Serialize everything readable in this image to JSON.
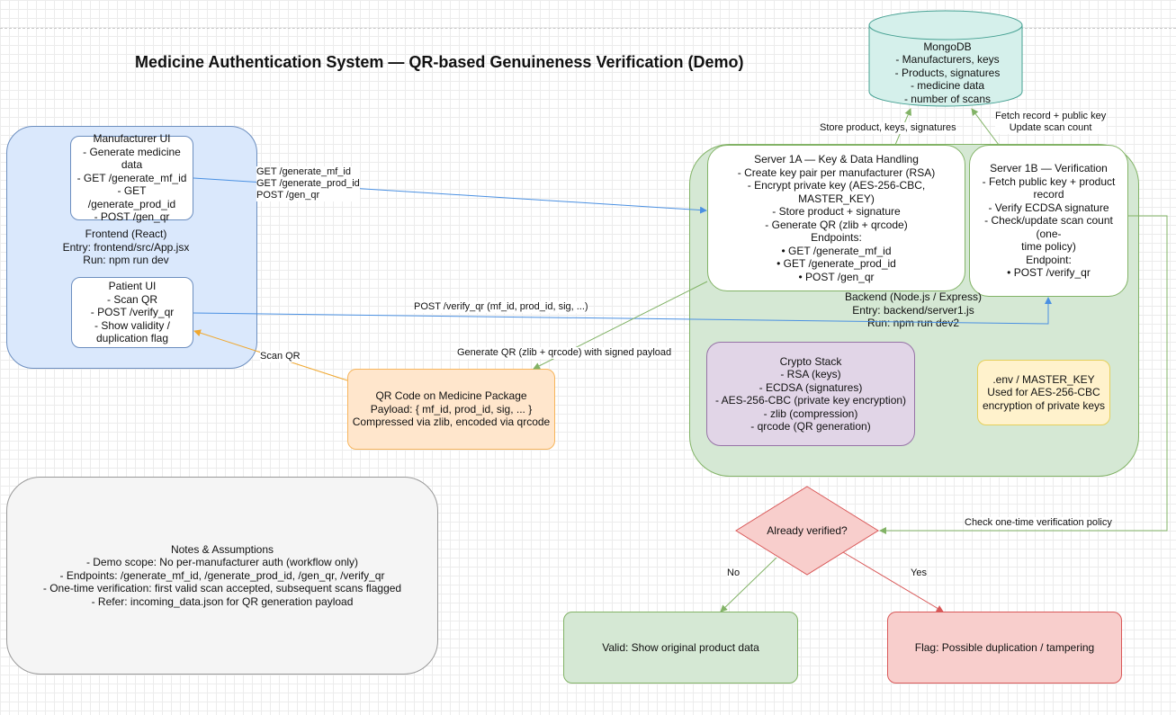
{
  "title": "Medicine Authentication System — QR-based Genuineness Verification (Demo)",
  "frontend": {
    "label": [
      "Frontend (React)",
      "Entry: frontend/src/App.jsx",
      "Run: npm run dev"
    ],
    "manufacturer_ui": [
      "Manufacturer UI",
      "- Generate medicine",
      "data",
      "- GET /generate_mf_id",
      "- GET /generate_prod_id",
      "- POST /gen_qr"
    ],
    "patient_ui": [
      "Patient UI",
      "- Scan QR",
      "- POST /verify_qr",
      "- Show validity /",
      "duplication flag"
    ]
  },
  "backend": {
    "label": [
      "Backend (Node.js / Express)",
      "Entry: backend/server1.js",
      "Run: npm run dev2"
    ],
    "server_1a": [
      "Server 1A — Key & Data Handling",
      "- Create key pair per manufacturer (RSA)",
      "- Encrypt private key (AES-256-CBC,",
      "MASTER_KEY)",
      "- Store product + signature",
      "- Generate QR (zlib + qrcode)",
      "Endpoints:",
      "• GET /generate_mf_id",
      "• GET /generate_prod_id",
      "• POST /gen_qr"
    ],
    "server_1b": [
      "Server 1B — Verification",
      "- Fetch public key + product",
      "record",
      "- Verify ECDSA signature",
      "- Check/update scan count (one-",
      "time policy)",
      "Endpoint:",
      "• POST /verify_qr"
    ],
    "crypto": [
      "Crypto Stack",
      "- RSA (keys)",
      "- ECDSA (signatures)",
      "- AES-256-CBC (private key encryption)",
      "- zlib (compression)",
      "- qrcode (QR generation)"
    ],
    "env": [
      ".env / MASTER_KEY",
      "Used for AES-256-CBC",
      "encryption of private keys"
    ]
  },
  "mongodb": [
    "MongoDB",
    "- Manufacturers, keys",
    "- Products, signatures",
    "- medicine data",
    "- number of scans"
  ],
  "qr_code": [
    "QR Code on Medicine Package",
    "Payload: { mf_id, prod_id, sig, ... }",
    "Compressed via zlib, encoded via qrcode"
  ],
  "notes": [
    "Notes & Assumptions",
    "- Demo scope: No per-manufacturer auth (workflow only)",
    "- Endpoints: /generate_mf_id, /generate_prod_id, /gen_qr, /verify_qr",
    "- One-time verification: first valid scan accepted, subsequent scans flagged",
    "- Refer: incoming_data.json for QR generation payload"
  ],
  "decision": "Already verified?",
  "valid": "Valid: Show original product data",
  "flag": "Flag: Possible duplication / tampering",
  "edges": {
    "mf_requests": [
      "GET /generate_mf_id",
      "GET /generate_prod_id",
      "POST /gen_qr"
    ],
    "verify_qr": "POST /verify_qr (mf_id, prod_id, sig, ...)",
    "scan_qr": "Scan QR",
    "generate_qr": "Generate QR (zlib + qrcode) with signed payload",
    "store": "Store product, keys, signatures",
    "fetch": [
      "Fetch record + public key",
      "Update scan count"
    ],
    "check_policy": "Check one-time verification policy",
    "no": "No",
    "yes": "Yes"
  },
  "colors": {
    "blue_fill": "#dae8fc",
    "blue_stroke": "#6c8ebf",
    "green_fill": "#d5e8d4",
    "green_stroke": "#82b366",
    "teal_fill": "#d5f0eb",
    "teal_stroke": "#45a092",
    "orange_fill": "#ffe6cc",
    "orange_stroke": "#f7b55c",
    "purple_fill": "#e1d5e7",
    "purple_stroke": "#9673a6",
    "yellow_fill": "#fff2cc",
    "yellow_stroke": "#e6d05a",
    "red_fill": "#f8cecc",
    "red_stroke": "#d95858",
    "gray_fill": "#f5f5f5",
    "gray_stroke": "#999999",
    "edge_blue": "#4a90e2",
    "edge_green": "#82b366",
    "edge_orange": "#f0a830",
    "edge_red": "#d95858"
  }
}
